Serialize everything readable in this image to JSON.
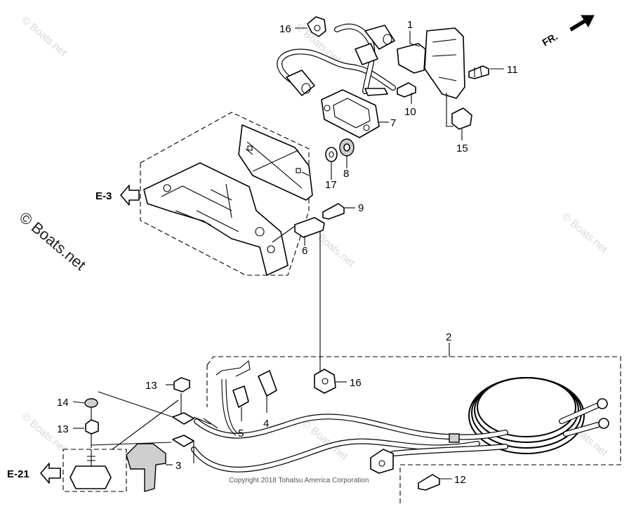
{
  "diagram": {
    "orientation_label": "FR.",
    "watermark": "© Boats.net",
    "watermark_faint": "© Boats.net",
    "copyright": "Copyright 2018 Tohatsu America Corporation",
    "refs": {
      "e3": "E-3",
      "e21": "E-21"
    },
    "callouts": [
      {
        "id": "1",
        "label": "1"
      },
      {
        "id": "2",
        "label": "2"
      },
      {
        "id": "3",
        "label": "3"
      },
      {
        "id": "4",
        "label": "4"
      },
      {
        "id": "5",
        "label": "5"
      },
      {
        "id": "6",
        "label": "6"
      },
      {
        "id": "7",
        "label": "7"
      },
      {
        "id": "8",
        "label": "8"
      },
      {
        "id": "9",
        "label": "9"
      },
      {
        "id": "10",
        "label": "10"
      },
      {
        "id": "11",
        "label": "11"
      },
      {
        "id": "12",
        "label": "12"
      },
      {
        "id": "13a",
        "label": "13"
      },
      {
        "id": "13b",
        "label": "13"
      },
      {
        "id": "14",
        "label": "14"
      },
      {
        "id": "15",
        "label": "15"
      },
      {
        "id": "16a",
        "label": "16"
      },
      {
        "id": "16b",
        "label": "16"
      },
      {
        "id": "17",
        "label": "17"
      }
    ]
  }
}
